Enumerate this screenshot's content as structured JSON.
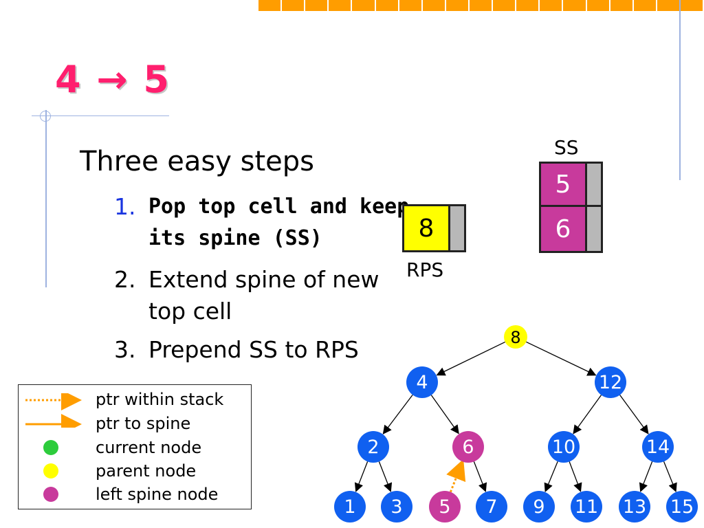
{
  "title": "4 → 5",
  "subtitle": "Three easy steps",
  "steps": [
    {
      "num": "1.",
      "text": "Pop top cell and keep its spine (SS)"
    },
    {
      "num": "2.",
      "text": "Extend spine of new top cell"
    },
    {
      "num": "3.",
      "text": "Prepend SS to RPS"
    }
  ],
  "rps": {
    "label": "RPS",
    "cells": [
      "8"
    ]
  },
  "ss": {
    "label": "SS",
    "cells": [
      "5",
      "6"
    ]
  },
  "colors": {
    "accent": "#ff9d00",
    "title": "#ff1f6e",
    "node_blue": "#1060f0",
    "node_yellow": "#ffff00",
    "node_magenta": "#c83a9c",
    "node_green": "#2dcc3c",
    "arrow": "#ff9d00"
  },
  "legend": [
    {
      "marker": "dotted-arrow",
      "label": "ptr within stack"
    },
    {
      "marker": "solid-arrow",
      "label": "ptr to spine"
    },
    {
      "marker": "green-dot",
      "label": "current node"
    },
    {
      "marker": "yellow-dot",
      "label": "parent node"
    },
    {
      "marker": "magenta-dot",
      "label": "left spine node"
    }
  ],
  "tree": {
    "nodes": [
      {
        "id": "n8",
        "label": "8",
        "kind": "parent"
      },
      {
        "id": "n4",
        "label": "4",
        "kind": "normal"
      },
      {
        "id": "n12",
        "label": "12",
        "kind": "normal"
      },
      {
        "id": "n2",
        "label": "2",
        "kind": "normal"
      },
      {
        "id": "n6",
        "label": "6",
        "kind": "spine"
      },
      {
        "id": "n10",
        "label": "10",
        "kind": "normal"
      },
      {
        "id": "n14",
        "label": "14",
        "kind": "normal"
      },
      {
        "id": "n1",
        "label": "1",
        "kind": "normal"
      },
      {
        "id": "n3",
        "label": "3",
        "kind": "normal"
      },
      {
        "id": "n5",
        "label": "5",
        "kind": "spine"
      },
      {
        "id": "n7",
        "label": "7",
        "kind": "normal"
      },
      {
        "id": "n9",
        "label": "9",
        "kind": "normal"
      },
      {
        "id": "n11",
        "label": "11",
        "kind": "normal"
      },
      {
        "id": "n13",
        "label": "13",
        "kind": "normal"
      },
      {
        "id": "n15",
        "label": "15",
        "kind": "normal"
      }
    ],
    "edges": [
      [
        "n8",
        "n4"
      ],
      [
        "n8",
        "n12"
      ],
      [
        "n4",
        "n2"
      ],
      [
        "n4",
        "n6"
      ],
      [
        "n12",
        "n10"
      ],
      [
        "n12",
        "n14"
      ],
      [
        "n2",
        "n1"
      ],
      [
        "n2",
        "n3"
      ],
      [
        "n6",
        "n7"
      ],
      [
        "n10",
        "n9"
      ],
      [
        "n10",
        "n11"
      ],
      [
        "n14",
        "n13"
      ],
      [
        "n14",
        "n15"
      ]
    ],
    "stack_pointers": [
      [
        "n5",
        "n6"
      ]
    ]
  }
}
